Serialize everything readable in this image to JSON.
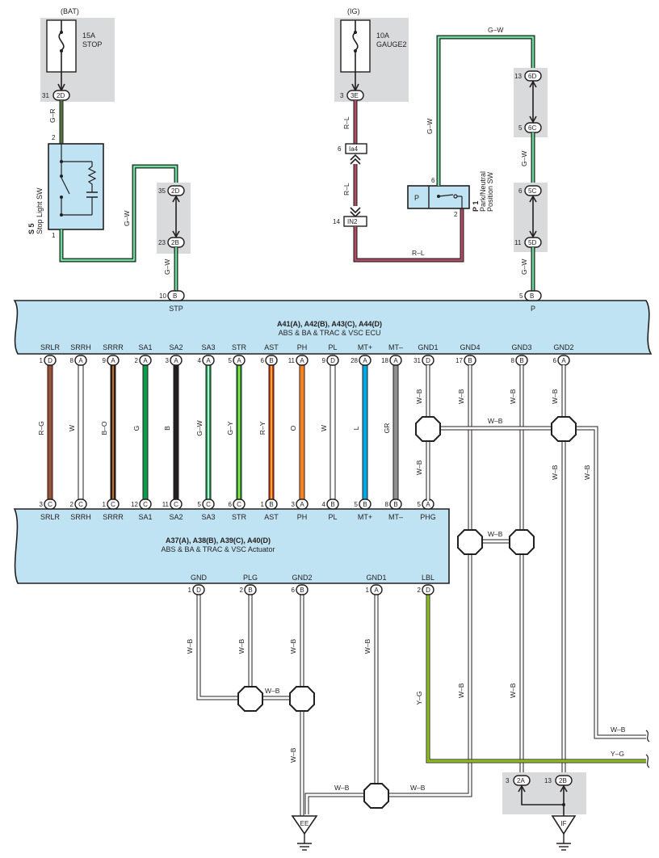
{
  "colors": {
    "ecu_fill": "#bfe3f2",
    "gray_box": "#d9dadb",
    "wire_green": "#0a9d4a",
    "wire_red": "#e0262a",
    "wire_blue": "#3b8fcf",
    "wire_black": "#231f20",
    "wire_orange": "#f58220",
    "wire_lightblue": "#00a9e6",
    "wire_gray": "#8e9092",
    "wire_yellow": "#e6e616",
    "wire_white_outline": "#231f20"
  },
  "fuse_stop": {
    "source": "(BAT)",
    "rating": "15A",
    "name": "STOP",
    "pin": "31",
    "conn": "2D"
  },
  "fuse_gauge": {
    "source": "(IG)",
    "rating": "10A",
    "name": "GAUGE2",
    "pin": "3",
    "conn": "3E"
  },
  "stop_sw": {
    "code": "S 5",
    "name": "Stop Light SW",
    "pin_top": "2",
    "pin_bottom": "1"
  },
  "park_sw": {
    "code": "P 1",
    "name": "Park/Neutral Position SW",
    "name_line1": "Park/Neutral",
    "name_line2": "Position SW",
    "block_label": "P",
    "pin_left": "6",
    "pin_right": "2"
  },
  "junctions": {
    "j_2d": {
      "pin": "35",
      "conn": "2D"
    },
    "j_2b": {
      "pin": "23",
      "conn": "2B"
    },
    "j_ia4": {
      "pin": "6",
      "conn": "Ia4"
    },
    "j_in2": {
      "pin": "14",
      "conn": "IN2"
    },
    "j_6d": {
      "pin": "13",
      "conn": "6D"
    },
    "j_6c": {
      "pin": "5",
      "conn": "6C"
    },
    "j_5c": {
      "pin": "6",
      "conn": "5C"
    },
    "j_5d": {
      "pin": "11",
      "conn": "5D"
    }
  },
  "wire_labels": {
    "stop_fuse_to_sw": "G–R",
    "stop_sw_out": "G–W",
    "stp_in": "G–W",
    "gauge_to_ia4": "R–L",
    "ia4_to_in2": "R–L",
    "in2_to_park": "R–L",
    "park_to_6d": "G–W",
    "park_top": "G–W",
    "c6_to_5c": "G–W",
    "d5_to_ecu": "G–W",
    "y_g_right": "Y–G",
    "w_b_right": "W–B"
  },
  "ecu": {
    "title": "A41(A), A42(B), A43(C), A44(D)",
    "subtitle": "ABS & BA & TRAC & VSC ECU",
    "stp": {
      "label": "STP",
      "pin": "10",
      "conn": "B"
    },
    "p": {
      "label": "P",
      "pin": "5",
      "conn": "B"
    },
    "pins": [
      {
        "label": "SRLR",
        "pin": "1",
        "conn": "D",
        "wire": "R–G"
      },
      {
        "label": "SRRH",
        "pin": "8",
        "conn": "A",
        "wire": "W"
      },
      {
        "label": "SRRR",
        "pin": "9",
        "conn": "A",
        "wire": "B–O"
      },
      {
        "label": "SA1",
        "pin": "2",
        "conn": "A",
        "wire": "G"
      },
      {
        "label": "SA2",
        "pin": "3",
        "conn": "A",
        "wire": "B"
      },
      {
        "label": "SA3",
        "pin": "4",
        "conn": "A",
        "wire": "G–W"
      },
      {
        "label": "STR",
        "pin": "5",
        "conn": "A",
        "wire": "G–Y"
      },
      {
        "label": "AST",
        "pin": "6",
        "conn": "B",
        "wire": "R–Y"
      },
      {
        "label": "PH",
        "pin": "11",
        "conn": "A",
        "wire": "O"
      },
      {
        "label": "PL",
        "pin": "9",
        "conn": "D",
        "wire": "W"
      },
      {
        "label": "MT+",
        "pin": "28",
        "conn": "A",
        "wire": "L"
      },
      {
        "label": "MT–",
        "pin": "18",
        "conn": "A",
        "wire": "GR"
      },
      {
        "label": "GND1",
        "pin": "31",
        "conn": "D",
        "wire": "W–B"
      },
      {
        "label": "GND4",
        "pin": "17",
        "conn": "B",
        "wire": "W–B"
      },
      {
        "label": "GND3",
        "pin": "8",
        "conn": "B",
        "wire": "W–B"
      },
      {
        "label": "GND2",
        "pin": "6",
        "conn": "A",
        "wire": "W–B"
      }
    ]
  },
  "actuator": {
    "title": "A37(A), A38(B), A39(C), A40(D)",
    "subtitle": "ABS & BA & TRAC & VSC Actuator",
    "pins": [
      {
        "label": "SRLR",
        "pin": "3",
        "conn": "C"
      },
      {
        "label": "SRRH",
        "pin": "2",
        "conn": "C"
      },
      {
        "label": "SRRR",
        "pin": "1",
        "conn": "C"
      },
      {
        "label": "SA1",
        "pin": "12",
        "conn": "C"
      },
      {
        "label": "SA2",
        "pin": "11",
        "conn": "C"
      },
      {
        "label": "SA3",
        "pin": "5",
        "conn": "C"
      },
      {
        "label": "STR",
        "pin": "6",
        "conn": "C"
      },
      {
        "label": "AST",
        "pin": "1",
        "conn": "B"
      },
      {
        "label": "PH",
        "pin": "3",
        "conn": "A"
      },
      {
        "label": "PL",
        "pin": "4",
        "conn": "B"
      },
      {
        "label": "MT+",
        "pin": "5",
        "conn": "B"
      },
      {
        "label": "MT–",
        "pin": "8",
        "conn": "B"
      },
      {
        "label": "PHG",
        "pin": "5",
        "conn": "A"
      }
    ],
    "bottom_pins": [
      {
        "label": "GND",
        "pin": "1",
        "conn": "D",
        "wire": "W–B"
      },
      {
        "label": "PLG",
        "pin": "2",
        "conn": "B",
        "wire": "W–B"
      },
      {
        "label": "GND2",
        "pin": "6",
        "conn": "B",
        "wire": "W–B"
      },
      {
        "label": "GND1",
        "pin": "1",
        "conn": "A",
        "wire": "W–B"
      },
      {
        "label": "LBL",
        "pin": "2",
        "conn": "D",
        "wire": "Y–G"
      }
    ]
  },
  "lower_labels": {
    "gnd1_mid_top": "W–B",
    "gnd1_mid_bottom": "W–B",
    "gnd4_top": "W–B",
    "gnd4_bottom": "W–B",
    "gnd3_top": "W–B",
    "gnd3_bottom": "W–B",
    "gnd2_top": "W–B",
    "gnd2_bottom": "W–B",
    "right_outer": "W–B",
    "splice_top_h": "W–B",
    "splice_mid_h": "W–B",
    "splice_bottom_h": "W–B",
    "ee_vertical": "W–B",
    "ee_h_left": "W–B",
    "ee_h_right": "W–B"
  },
  "grounds": {
    "ee": "EE",
    "if": "IF",
    "if_left_pin": "3",
    "if_left_conn": "2A",
    "if_right_pin": "13",
    "if_right_conn": "2B"
  }
}
